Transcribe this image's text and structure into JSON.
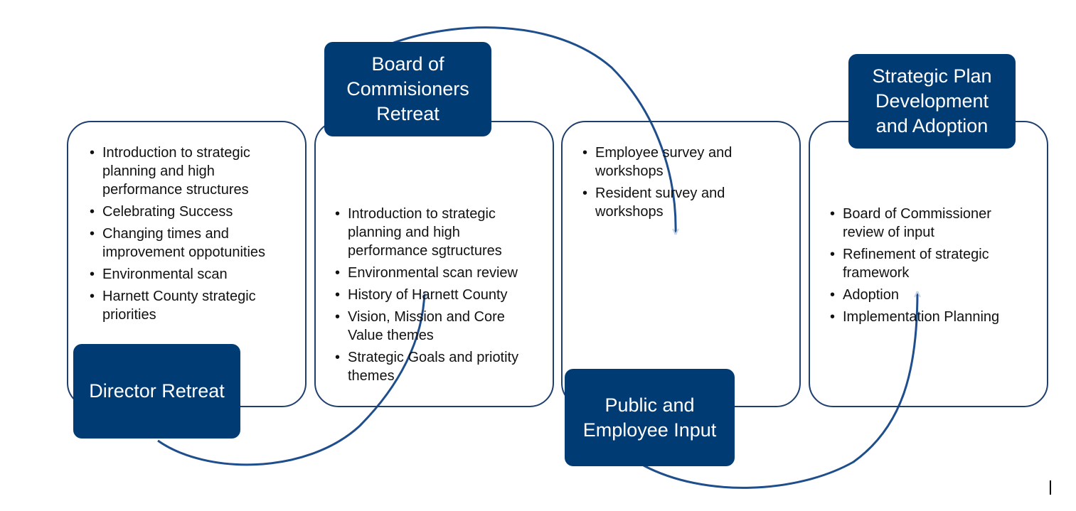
{
  "colors": {
    "title_bg": "#003b73",
    "panel_border": "#1f3f6e",
    "arc_stroke": "#1f4e8c",
    "arrow_fade": "#c8d6e8"
  },
  "stages": [
    {
      "title": "Director Retreat",
      "items": [
        "Introduction to strategic planning and high performance structures",
        "Celebrating Success",
        "Changing times and improvement oppotunities",
        "Environmental scan",
        "Harnett County strategic priorities"
      ]
    },
    {
      "title": "Board of Commisioners Retreat",
      "items": [
        "Introduction to strategic planning and high performance sgtructures",
        "Environmental scan review",
        "History of Harnett County",
        "Vision, Mission and Core Value themes",
        "Strategic Goals and priotity themes"
      ]
    },
    {
      "title": "Public and Employee Input",
      "items": [
        "Employee survey and workshops",
        "Resident survey and workshops"
      ]
    },
    {
      "title": "Strategic Plan Development and Adoption",
      "items": [
        "Board of Commissioner review of input",
        "Refinement of strategic framework",
        "Adoption",
        "Implementation Planning"
      ]
    }
  ]
}
